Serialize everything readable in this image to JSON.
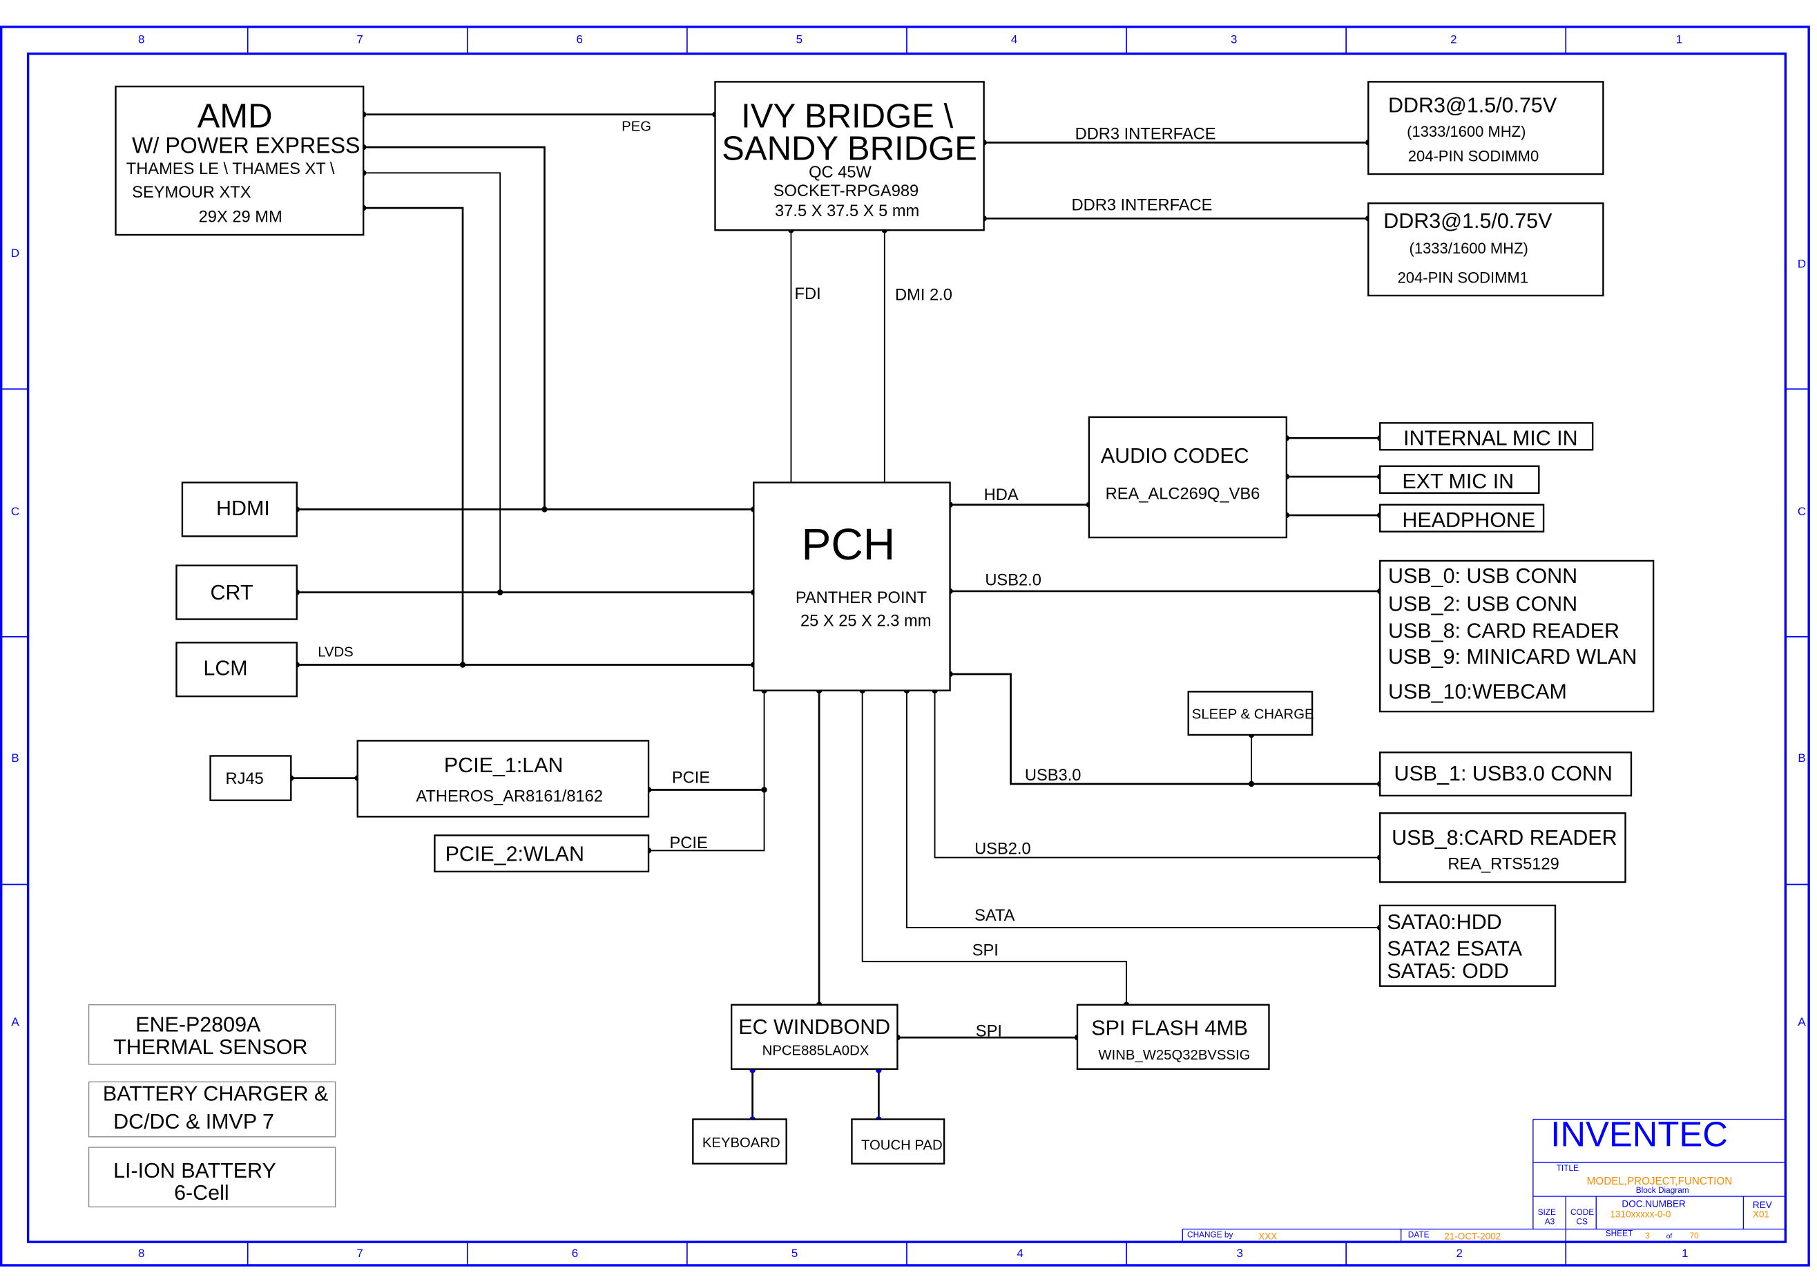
{
  "frame": {
    "columns": [
      "8",
      "7",
      "6",
      "5",
      "4",
      "3",
      "2",
      "1"
    ],
    "rows": [
      "D",
      "C",
      "B",
      "A"
    ]
  },
  "blocks": {
    "amd": {
      "title": "AMD",
      "lines": [
        "W/ POWER EXPRESS",
        "THAMES LE \\ THAMES XT \\",
        "SEYMOUR XTX",
        "29X 29 MM"
      ]
    },
    "cpu": {
      "title_1": "IVY BRIDGE \\",
      "title_2": "SANDY BRIDGE",
      "lines": [
        "QC 45W",
        "SOCKET-RPGA989",
        "37.5 X 37.5 X 5 mm"
      ]
    },
    "dimm0": {
      "title": "DDR3@1.5/0.75V",
      "lines": [
        "(1333/1600 MHZ)",
        "204-PIN SODIMM0"
      ]
    },
    "dimm1": {
      "title": "DDR3@1.5/0.75V",
      "lines": [
        "(1333/1600 MHZ)",
        "204-PIN SODIMM1"
      ]
    },
    "pch": {
      "title": "PCH",
      "lines": [
        "PANTHER POINT",
        "25 X 25 X 2.3 mm"
      ]
    },
    "audio": {
      "title": "AUDIO CODEC",
      "part": "REA_ALC269Q_VB6"
    },
    "int_mic": {
      "title": "INTERNAL MIC IN"
    },
    "ext_mic": {
      "title": "EXT MIC IN"
    },
    "headphone": {
      "title": "HEADPHONE"
    },
    "usb_list": {
      "lines": [
        "USB_0: USB CONN",
        "USB_2: USB CONN",
        "USB_8: CARD READER",
        "USB_9: MINICARD WLAN",
        "USB_10:WEBCAM"
      ]
    },
    "sleep_charge": {
      "title": "SLEEP & CHARGE"
    },
    "usb3": {
      "title": "USB_1: USB3.0 CONN"
    },
    "card_reader": {
      "title": "USB_8:CARD READER",
      "part": "REA_RTS5129"
    },
    "sata": {
      "lines": [
        "SATA0:HDD",
        "SATA2 ESATA",
        "SATA5: ODD"
      ]
    },
    "hdmi": {
      "title": "HDMI"
    },
    "crt": {
      "title": "CRT"
    },
    "lcm": {
      "title": "LCM"
    },
    "rj45": {
      "title": "RJ45"
    },
    "lan": {
      "title": "PCIE_1:LAN",
      "part": "ATHEROS_AR8161/8162"
    },
    "wlan": {
      "title": "PCIE_2:WLAN"
    },
    "ec": {
      "title": "EC WINDBOND",
      "part": "NPCE885LA0DX"
    },
    "spi_flash": {
      "title": "SPI FLASH 4MB",
      "part": "WINB_W25Q32BVSSIG"
    },
    "keyboard": {
      "title": "KEYBOARD"
    },
    "touchpad": {
      "title": "TOUCH PAD"
    },
    "thermal": {
      "lines": [
        "ENE-P2809A",
        "THERMAL SENSOR"
      ]
    },
    "charger": {
      "lines": [
        "BATTERY CHARGER &",
        "DC/DC & IMVP 7"
      ]
    },
    "battery": {
      "lines": [
        "LI-ION BATTERY",
        "6-Cell"
      ]
    }
  },
  "signals": {
    "peg": "PEG",
    "ddr3_a": "DDR3 INTERFACE",
    "ddr3_b": "DDR3 INTERFACE",
    "fdi": "FDI",
    "dmi": "DMI 2.0",
    "hda": "HDA",
    "usb20_top": "USB2.0",
    "usb30": "USB3.0",
    "usb20_card": "USB2.0",
    "sata": "SATA",
    "spi_pch": "SPI",
    "spi_ec": "SPI",
    "lvds": "LVDS",
    "pcie_lan": "PCIE",
    "pcie_wlan": "PCIE"
  },
  "title_block": {
    "company": "INVENTEC",
    "title_label": "TITLE",
    "title_value": "MODEL,PROJECT,FUNCTION",
    "subtitle": "Block Diagram",
    "size_label": "SIZE",
    "size_value": "A3",
    "code_label": "CODE",
    "code_value": "CS",
    "doc_label": "DOC.NUMBER",
    "doc_value": "1310xxxxx-0-0",
    "rev_label": "REV",
    "rev_value": "X01",
    "change_label": "CHANGE by",
    "change_value": "XXX",
    "date_label": "DATE",
    "date_value": "21-OCT-2002",
    "sheet_label": "SHEET",
    "sheet_value": "3",
    "of_label": "of",
    "sheet_total": "70"
  },
  "colors": {
    "frame": "#0000ff",
    "title_accent": "#ff8c00",
    "wire": "#000000"
  }
}
